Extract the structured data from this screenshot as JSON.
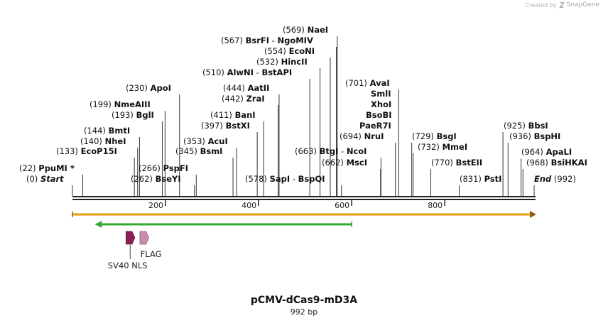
{
  "app": {
    "created_by": "Created by",
    "brand": "SnapGene"
  },
  "plasmid": {
    "name": "pCMV-dCas9-mD3A",
    "length_label": "992 bp",
    "length": 992
  },
  "features": [
    {
      "name": "SV40 NLS",
      "color": "#8a2155"
    },
    {
      "name": "FLAG",
      "color": "#c98eac"
    }
  ],
  "orfs": [
    {
      "direction": "reverse",
      "color": "#34a832"
    },
    {
      "direction": "forward",
      "color": "#e8a020"
    }
  ],
  "ruler": [
    "200",
    "400",
    "600",
    "800"
  ],
  "sites": [
    {
      "pos": "(0)",
      "name": "Start",
      "italic": true
    },
    {
      "pos": "(22)",
      "name": "PpuMI *"
    },
    {
      "pos": "(133)",
      "name": "EcoP15I"
    },
    {
      "pos": "(140)",
      "name": "NheI"
    },
    {
      "pos": "(144)",
      "name": "BmtI"
    },
    {
      "pos": "(193)",
      "name": "BglI"
    },
    {
      "pos": "(199)",
      "name": "NmeAIII"
    },
    {
      "pos": "(230)",
      "name": "ApoI"
    },
    {
      "pos": "(262)",
      "name": "BseYI"
    },
    {
      "pos": "(266)",
      "name": "PspFI"
    },
    {
      "pos": "(345)",
      "name": "BsmI"
    },
    {
      "pos": "(353)",
      "name": "AcuI"
    },
    {
      "pos": "(397)",
      "name": "BstXI"
    },
    {
      "pos": "(411)",
      "name": "BanI"
    },
    {
      "pos": "(442)",
      "name": "ZraI"
    },
    {
      "pos": "(444)",
      "name": "AatII"
    },
    {
      "pos": "(510)",
      "name": "AlwNI",
      "extra": "BstAPI"
    },
    {
      "pos": "(532)",
      "name": "HincII"
    },
    {
      "pos": "(554)",
      "name": "EcoNI"
    },
    {
      "pos": "(567)",
      "name": "BsrFI",
      "extra": "NgoMIV"
    },
    {
      "pos": "(569)",
      "name": "NaeI"
    },
    {
      "pos": "(578)",
      "name": "SapI",
      "extra": "BspQI"
    },
    {
      "pos": "(662)",
      "name": "MscI"
    },
    {
      "pos": "(663)",
      "name": "BtgI",
      "extra": "NcoI"
    },
    {
      "pos": "(694)",
      "name": "NruI"
    },
    {
      "pos": "(701)",
      "name": "AvaI"
    },
    {
      "name": "SmlI"
    },
    {
      "name": "XhoI"
    },
    {
      "name": "BsoBI"
    },
    {
      "name": "PaeR7I"
    },
    {
      "pos": "(729)",
      "name": "BsgI"
    },
    {
      "pos": "(732)",
      "name": "MmeI"
    },
    {
      "pos": "(770)",
      "name": "BstEII"
    },
    {
      "pos": "(831)",
      "name": "PstI"
    },
    {
      "pos": "(925)",
      "name": "BbsI"
    },
    {
      "pos": "(936)",
      "name": "BspHI"
    },
    {
      "pos": "(964)",
      "name": "ApaLI"
    },
    {
      "pos": "(968)",
      "name": "BsiHKAI"
    },
    {
      "pos": "(992)",
      "name": "End",
      "italic": true
    }
  ]
}
